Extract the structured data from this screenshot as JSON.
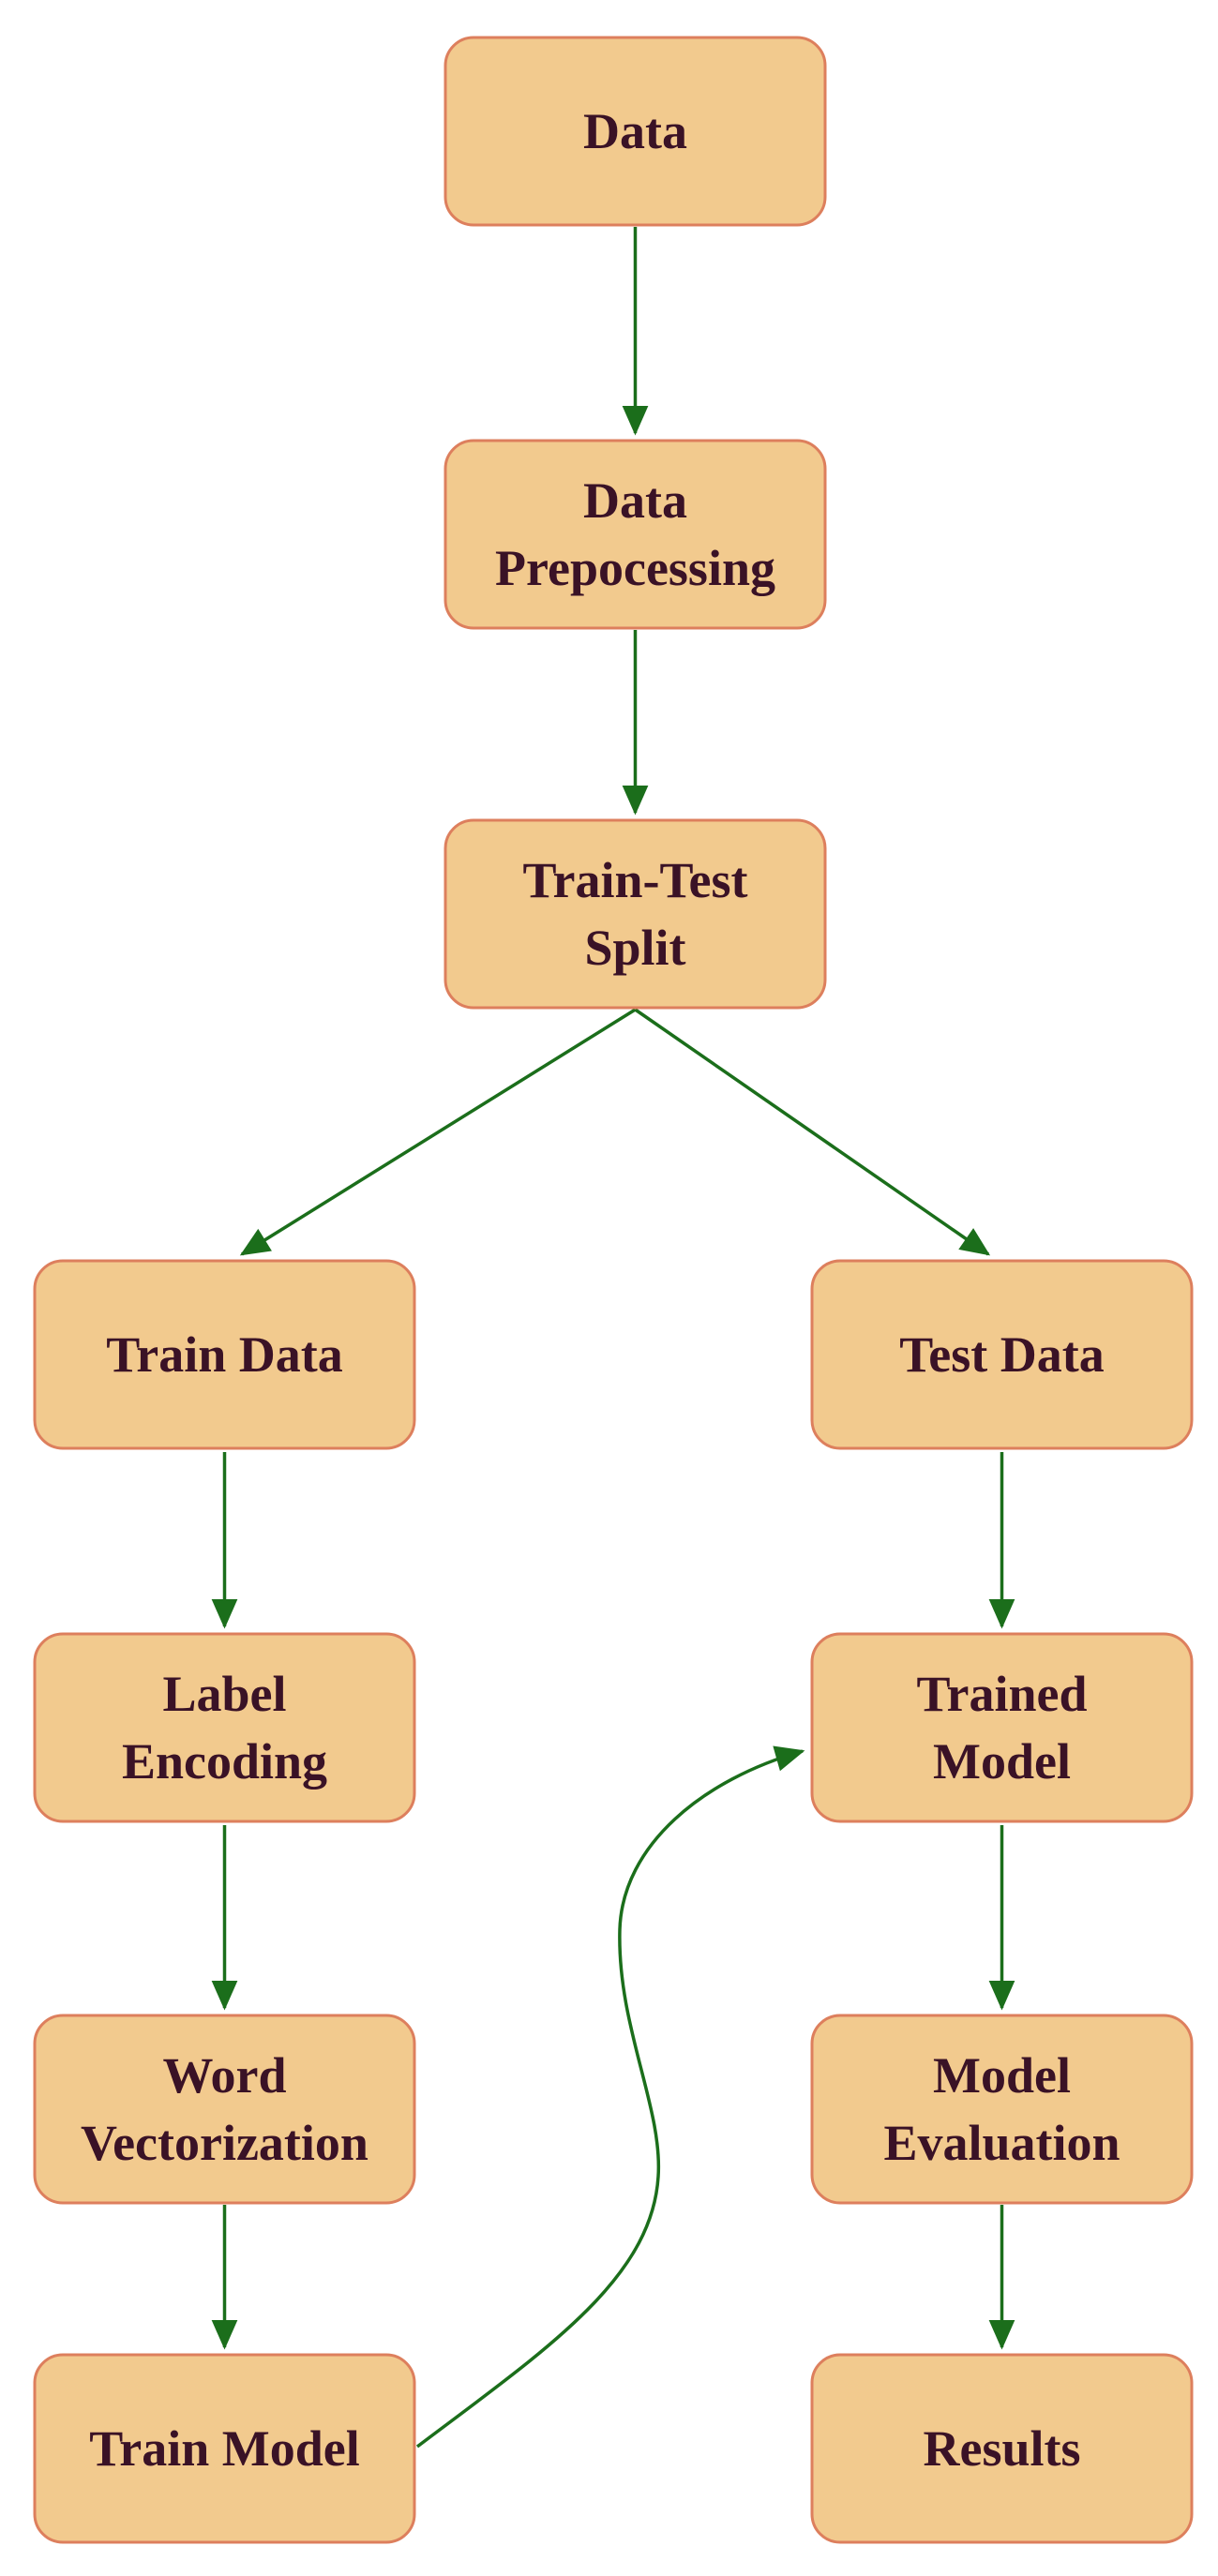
{
  "diagram": {
    "type": "flowchart",
    "title": "Text classification model training pipeline",
    "background": "#ffffff",
    "colors": {
      "node_fill": "#f2ca8e",
      "node_border": "#dd7f5d",
      "label_text": "#3a1226",
      "arrow": "#1b6e1b"
    },
    "nodes": [
      {
        "id": "data",
        "label": "Data",
        "lines": [
          "Data",
          ""
        ]
      },
      {
        "id": "data-preprocessing",
        "label": "Data Prepocessing",
        "lines": [
          "Data",
          "Prepocessing"
        ]
      },
      {
        "id": "train-test-split",
        "label": "Train-Test Split",
        "lines": [
          "Train-Test",
          "Split"
        ]
      },
      {
        "id": "train-data",
        "label": "Train Data",
        "lines": [
          "Train Data",
          ""
        ]
      },
      {
        "id": "test-data",
        "label": "Test Data",
        "lines": [
          "Test Data",
          ""
        ]
      },
      {
        "id": "label-encoding",
        "label": "Label Encoding",
        "lines": [
          "Label",
          "Encoding"
        ]
      },
      {
        "id": "trained-model",
        "label": "Trained Model",
        "lines": [
          "Trained",
          "Model"
        ]
      },
      {
        "id": "word-vectorization",
        "label": "Word Vectorization",
        "lines": [
          "Word",
          "Vectorization"
        ]
      },
      {
        "id": "model-evaluation",
        "label": "Model Evaluation",
        "lines": [
          "Model",
          "Evaluation"
        ]
      },
      {
        "id": "train-model",
        "label": "Train Model",
        "lines": [
          "Train Model",
          ""
        ]
      },
      {
        "id": "results",
        "label": "Results",
        "lines": [
          "Results",
          ""
        ]
      }
    ],
    "edges": [
      {
        "from": "data",
        "to": "data-preprocessing",
        "style": "straight"
      },
      {
        "from": "data-preprocessing",
        "to": "train-test-split",
        "style": "straight"
      },
      {
        "from": "train-test-split",
        "to": "train-data",
        "style": "diagonal"
      },
      {
        "from": "train-test-split",
        "to": "test-data",
        "style": "diagonal"
      },
      {
        "from": "train-data",
        "to": "label-encoding",
        "style": "straight"
      },
      {
        "from": "label-encoding",
        "to": "word-vectorization",
        "style": "straight"
      },
      {
        "from": "word-vectorization",
        "to": "train-model",
        "style": "straight"
      },
      {
        "from": "train-model",
        "to": "trained-model",
        "style": "s-curve"
      },
      {
        "from": "test-data",
        "to": "trained-model",
        "style": "straight"
      },
      {
        "from": "trained-model",
        "to": "model-evaluation",
        "style": "straight"
      },
      {
        "from": "model-evaluation",
        "to": "results",
        "style": "straight"
      }
    ]
  }
}
